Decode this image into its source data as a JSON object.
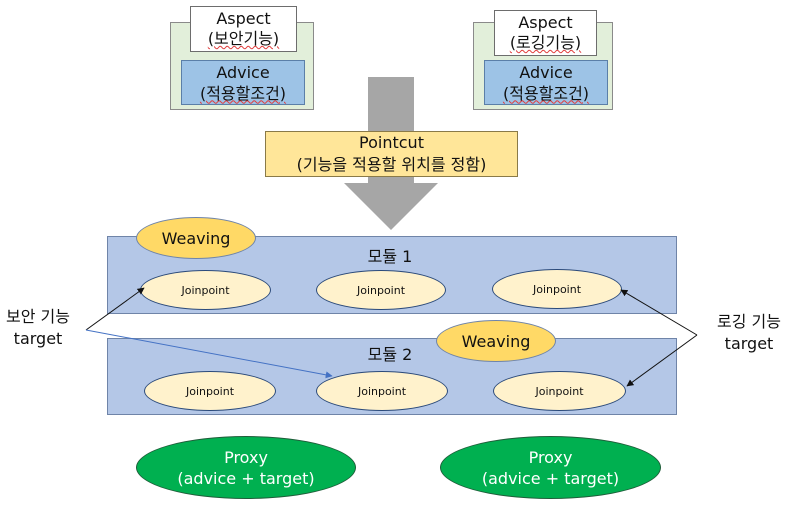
{
  "aspects": [
    {
      "aspect": "Aspect",
      "aspect_role": "(보안기능)",
      "advice": "Advice",
      "advice_role": "(적용할조건)"
    },
    {
      "aspect": "Aspect",
      "aspect_role": "(로깅기능)",
      "advice": "Advice",
      "advice_role": "(적용할조건)"
    }
  ],
  "pointcut": {
    "title": "Pointcut",
    "desc": "(기능을 적용할 위치를 정함)"
  },
  "modules": [
    {
      "title": "모듈 1",
      "weaving": "Weaving",
      "joinpoints": [
        "Joinpoint",
        "Joinpoint",
        "Joinpoint"
      ]
    },
    {
      "title": "모듈 2",
      "weaving": "Weaving",
      "joinpoints": [
        "Joinpoint",
        "Joinpoint",
        "Joinpoint"
      ]
    }
  ],
  "targets": [
    {
      "line1": "보안 기능",
      "line2": "target"
    },
    {
      "line1": "로깅 기능",
      "line2": "target"
    }
  ],
  "proxies": [
    {
      "line1": "Proxy",
      "line2": "(advice + target)"
    },
    {
      "line1": "Proxy",
      "line2": "(advice + target)"
    }
  ],
  "colors": {
    "aspect_panel": "#e2efda",
    "advice": "#9dc3e6",
    "pointcut": "#ffe699",
    "arrow": "#a6a6a6",
    "module": "#b4c7e7",
    "weaving": "#ffd966",
    "joinpoint": "#fff2cc",
    "proxy": "#00b050",
    "security_link": "#4472c4"
  }
}
